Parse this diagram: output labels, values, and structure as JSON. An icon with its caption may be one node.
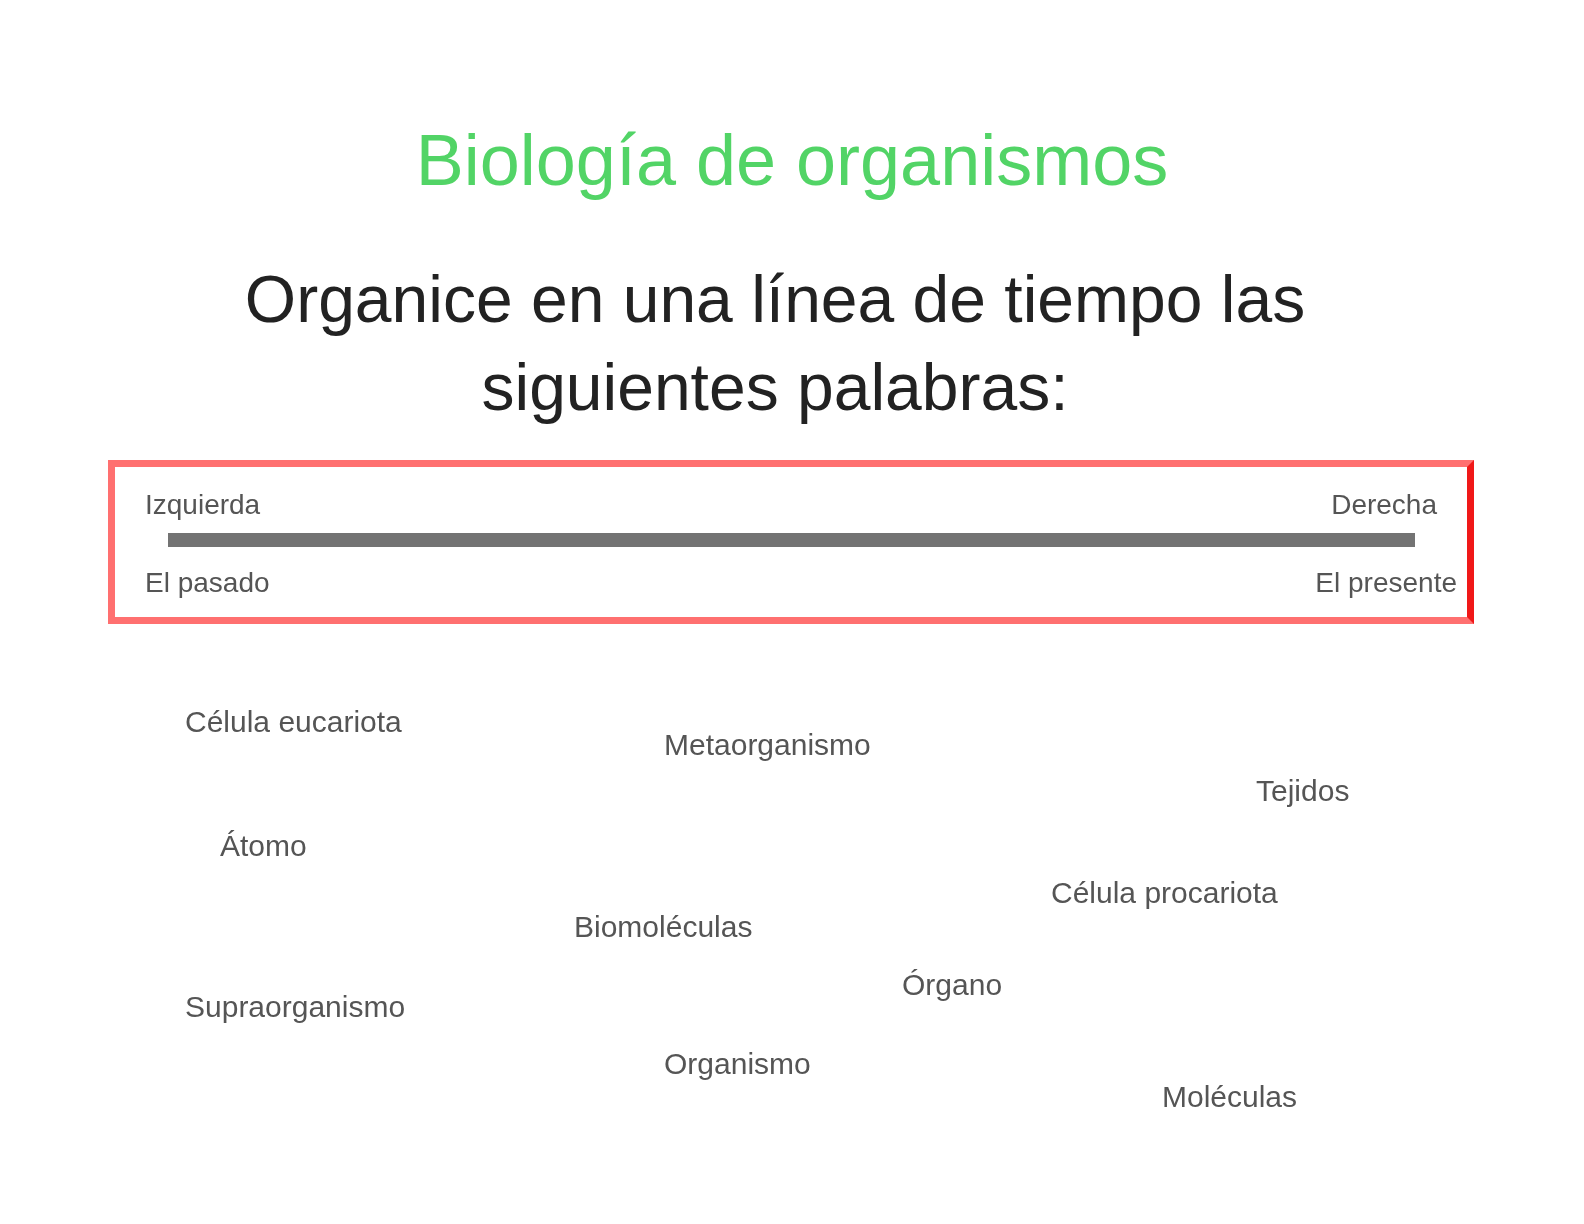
{
  "diagram": {
    "title": "Biología de organismos",
    "nodes": [
      {
        "text": [
          "Izquierda",
          "Derecha",
          "El pasado",
          "El presente"
        ]
      },
      {
        "text": [],
        "shape": "bar",
        "in": 0
      }
    ],
    "labels": [
      "Organice en una línea de tiempo las siguientes palabras:",
      "Célula eucariota",
      "Metaorganismo",
      "Tejidos",
      "Átomo",
      "Célula procariota",
      "Biomoléculas",
      "Órgano",
      "Supraorganismo",
      "Organismo",
      "Moléculas"
    ]
  }
}
